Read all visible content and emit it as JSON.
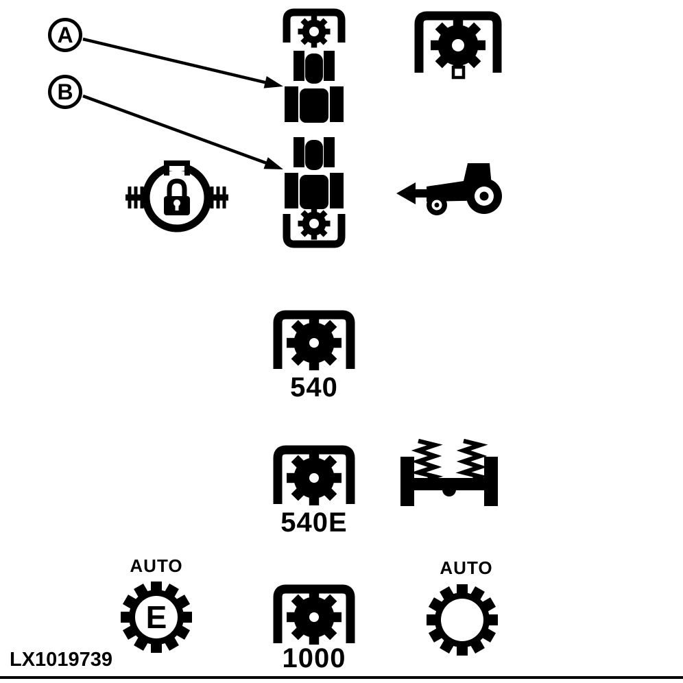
{
  "figure": {
    "code": "LX1019739",
    "background": "#ffffff",
    "ink": "#000000"
  },
  "callouts": [
    {
      "label": "A",
      "points_to": "front-pto-tractor-icon"
    },
    {
      "label": "B",
      "points_to": "rear-pto-tractor-icon"
    }
  ],
  "pto_speed_labels": {
    "s540": "540",
    "s540e": "540E",
    "s1000": "1000"
  },
  "auto_economy_pto": {
    "auto": "AUTO",
    "e": "E"
  },
  "auto_pto": {
    "auto": "AUTO"
  },
  "icons": {
    "front-pto-tractor-icon": "tractor top view with PTO gear in bracket at front",
    "rear-pto-tractor-icon": "tractor top view with PTO gear in bracket at rear",
    "pto-gear-bracket-icon": "large gear in bracket with small square port",
    "differential-lock-icon": "padlock inside differential ring with hatched axle shafts",
    "tractor-reverse-arrow-icon": "tractor side view with bold arrow pointing left",
    "pto-540-icon": "solid gear in bracket",
    "pto-540e-icon": "solid gear in bracket",
    "pto-1000-icon": "solid gear in bracket",
    "suspended-axle-icon": "axle beam with two coil springs and end wheels",
    "auto-economy-gear-icon": "outlined gear ring with letter E",
    "auto-gear-icon": "outlined gear ring"
  }
}
